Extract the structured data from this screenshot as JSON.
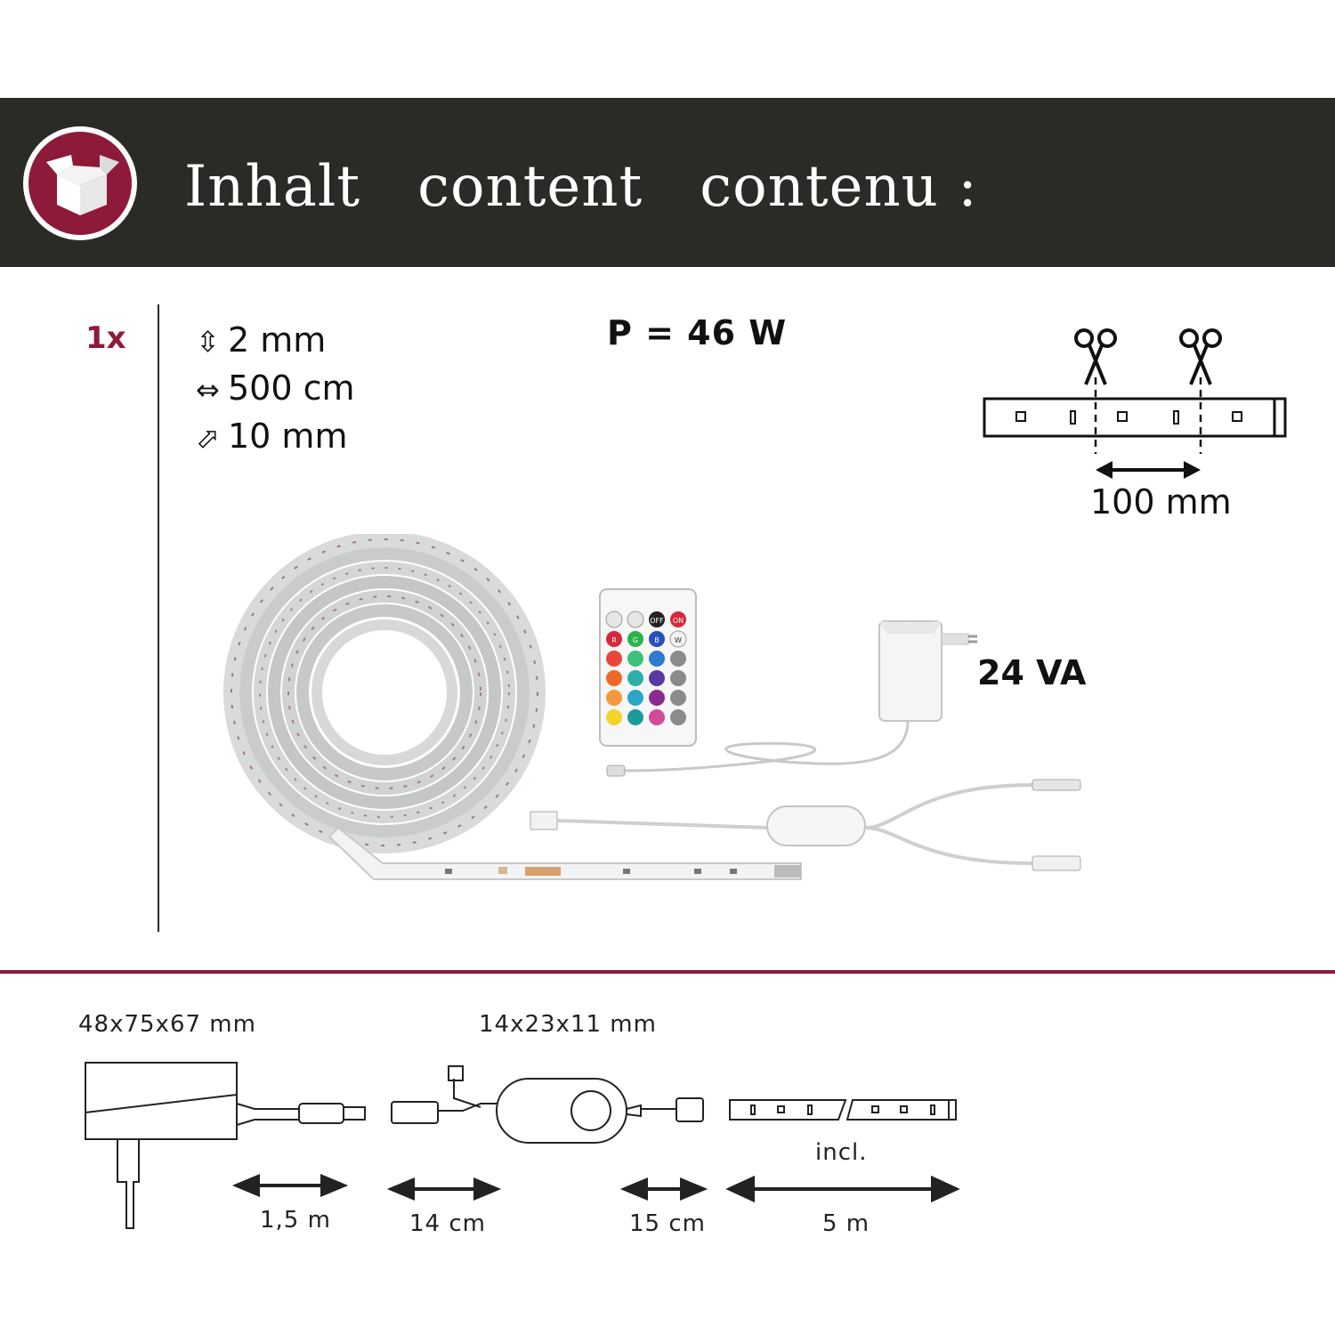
{
  "header": {
    "title": "Inhalt   content   contenu :",
    "icon": "box-icon",
    "badge_color": "#8e1a3a"
  },
  "quantity": "1x",
  "specs": [
    {
      "icon": "height-arrow-icon",
      "value": "2 mm"
    },
    {
      "icon": "length-arrow-icon",
      "value": "500 cm"
    },
    {
      "icon": "diagonal-arrow-icon",
      "value": "10 mm"
    }
  ],
  "power": "P = 46 W",
  "cut_interval": "100 mm",
  "adapter_rating": "24 VA",
  "dimensions": {
    "adapter": "48x75x67 mm",
    "controller": "14x23x11 mm"
  },
  "cable_lengths": {
    "adapter_cable": "1,5 m",
    "controller_in": "14 cm",
    "controller_out": "15 cm",
    "strip_note": "incl.",
    "strip_length": "5 m"
  },
  "remote_buttons": [
    "OFF",
    "ON",
    "R",
    "G",
    "B",
    "W"
  ]
}
